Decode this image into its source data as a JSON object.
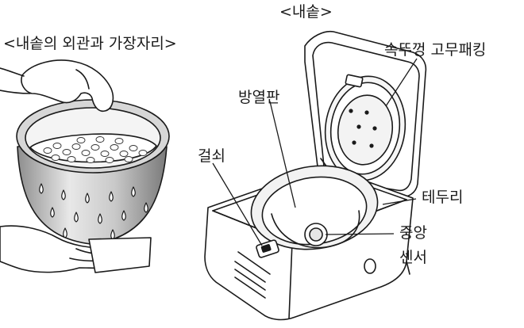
{
  "labels": {
    "inner_pot_exterior_edge": "<내솥의 외관과 가장자리>",
    "inner_pot": "<내솥>",
    "inner_lid_gasket": "속뚜껑 고무패킹",
    "heat_plate": "방열판",
    "latch": "걸쇠",
    "rim": "테두리",
    "center_sensor_line1": "중앙",
    "center_sensor_line2": "센서"
  }
}
